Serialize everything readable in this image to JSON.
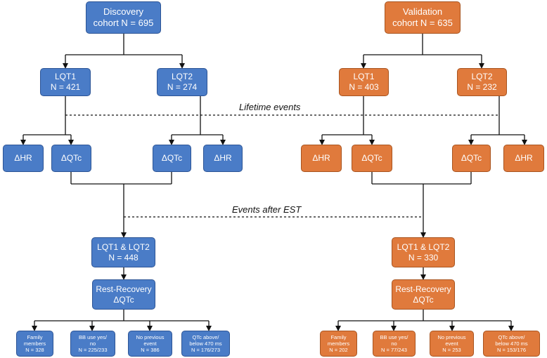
{
  "discovery": {
    "title": [
      "Discovery",
      "cohort N = 695"
    ],
    "lqt1": [
      "LQT1",
      "N = 421"
    ],
    "lqt2": [
      "LQT2",
      "N = 274"
    ],
    "measures": [
      "ΔHR",
      "ΔQTc",
      "ΔQTc",
      "ΔHR"
    ],
    "combined": [
      "LQT1 & LQT2",
      "N = 448"
    ],
    "rr": [
      "Rest-Recovery",
      "ΔQTc"
    ],
    "subgroups": [
      [
        "Family",
        "members",
        "N = 328"
      ],
      [
        "BB use yes/",
        "no",
        "N = 225/233"
      ],
      [
        "No previous",
        "event",
        "N = 386"
      ],
      [
        "QTc above/",
        "below 470 ms",
        "N = 176/273"
      ]
    ]
  },
  "validation": {
    "title": [
      "Validation",
      "cohort N = 635"
    ],
    "lqt1": [
      "LQT1",
      "N = 403"
    ],
    "lqt2": [
      "LQT2",
      "N = 232"
    ],
    "measures": [
      "ΔHR",
      "ΔQTc",
      "ΔQTc",
      "ΔHR"
    ],
    "combined": [
      "LQT1 & LQT2",
      "N = 330"
    ],
    "rr": [
      "Rest-Recovery",
      "ΔQTc"
    ],
    "subgroups": [
      [
        "Family",
        "members",
        "N = 202"
      ],
      [
        "BB use yes/",
        "no",
        "N = 77/243"
      ],
      [
        "No previous",
        "event",
        "N = 253"
      ],
      [
        "QTc above/",
        "below 470 ms",
        "N = 153/176"
      ]
    ]
  },
  "labels": {
    "lifetime": "Lifetime events",
    "after_est": "Events after EST"
  },
  "colors": {
    "discovery_fill": "#4a7cc7",
    "validation_fill": "#e07a3c"
  }
}
